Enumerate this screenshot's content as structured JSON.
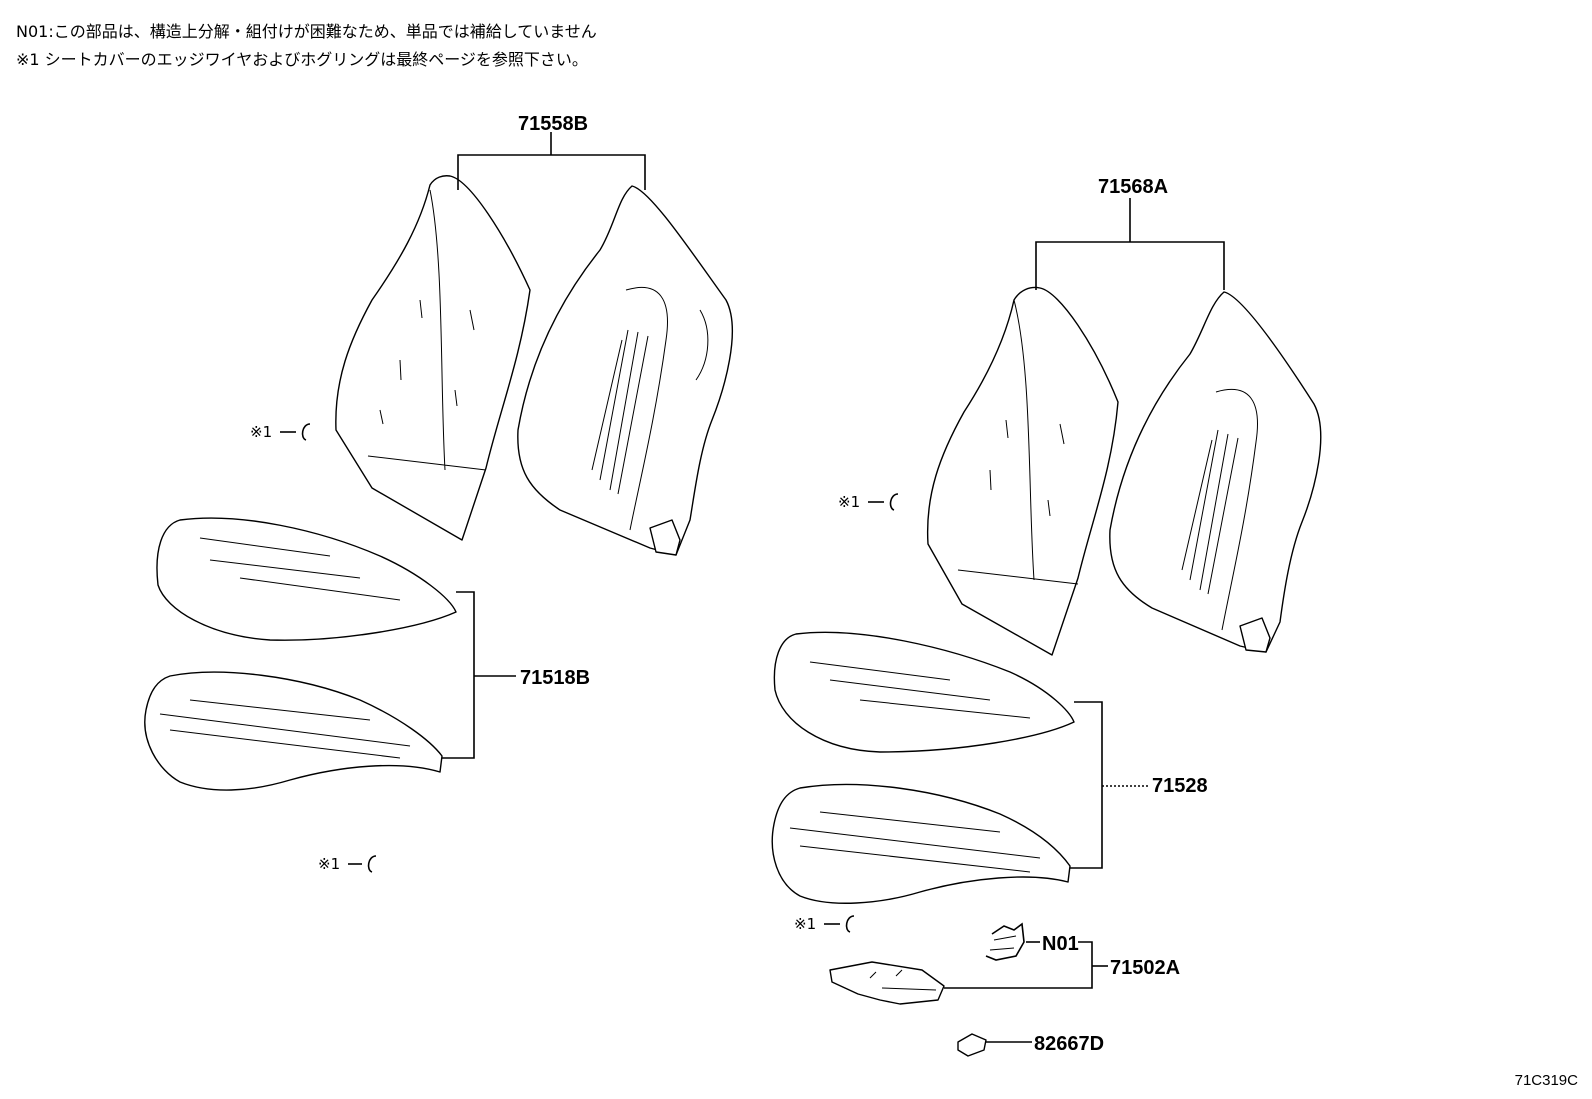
{
  "notes": {
    "n01": "N01:この部品は、構造上分解・組付けが困難なため、単品では補給していません",
    "ref1": "※1 シートカバーのエッジワイヤおよびホグリングは最終ページを参照下さい。"
  },
  "parts": {
    "p71558B": "71558B",
    "p71568A": "71568A",
    "p71518B": "71518B",
    "p71528": "71528",
    "pN01": "N01",
    "p71502A": "71502A",
    "p82667D": "82667D"
  },
  "ref_mark": "※1",
  "diagram_code": "71C319C"
}
